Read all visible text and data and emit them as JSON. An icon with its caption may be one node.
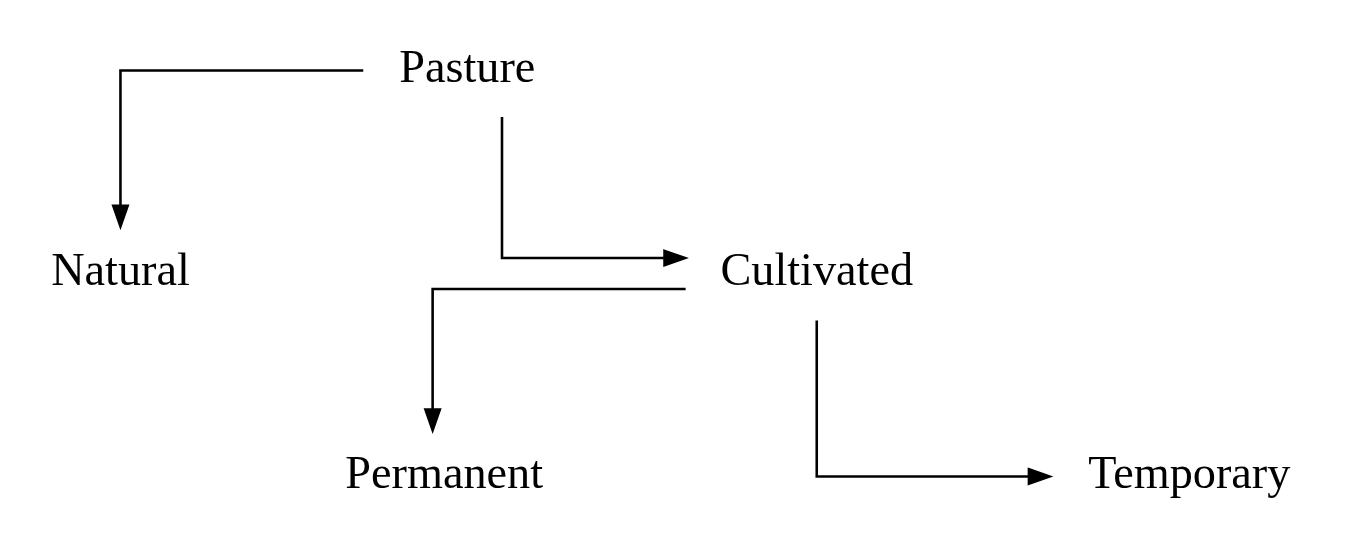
{
  "diagram": {
    "nodes": [
      {
        "text": [
          "Pasture"
        ]
      },
      {
        "text": [
          "Natural"
        ]
      },
      {
        "text": [
          "Cultivated"
        ]
      },
      {
        "text": [
          "Permanent"
        ]
      },
      {
        "text": [
          "Temporary"
        ]
      }
    ],
    "edges": [
      {
        "from": 0,
        "to": 1,
        "arrow": "to"
      },
      {
        "from": 0,
        "to": 2,
        "arrow": "to"
      },
      {
        "from": 2,
        "to": 3,
        "arrow": "to"
      },
      {
        "from": 2,
        "to": 4,
        "arrow": "to"
      }
    ]
  }
}
